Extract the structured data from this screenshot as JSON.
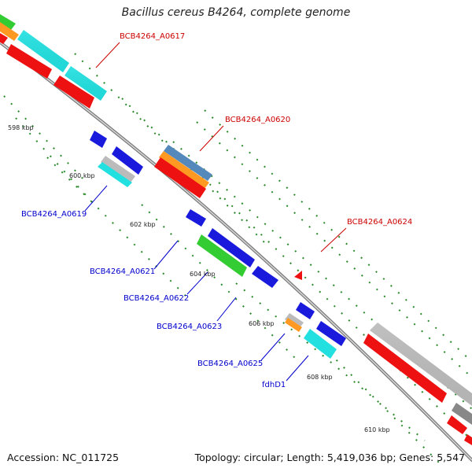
{
  "title": "Bacillus cereus B4264, complete genome",
  "footer": {
    "accession_label": "Accession:",
    "accession": "NC_011725",
    "topology_label": "Topology:",
    "topology": "circular",
    "length_label": "Length:",
    "length": "5,419,036 bp",
    "genes_label": "Genes:",
    "genes": "5,547"
  },
  "colors": {
    "backbone": "#8c8c8c",
    "tick": "#2a8a2a",
    "red_label": "#cc0000",
    "blue_label": "#0000cc",
    "red": "#ee1111",
    "cyan": "#22e0e0",
    "blue": "#1a1add",
    "green": "#33cc33",
    "orange": "#ff9922",
    "steelblue": "#5588bb",
    "gray": "#bbbbbb"
  },
  "ticks": [
    "598 kbp",
    "600 kbp",
    "602 kbp",
    "604 kbp",
    "606 kbp",
    "608 kbp",
    "610 kbp"
  ],
  "gene_labels": {
    "a0617": "BCB4264_A0617",
    "a0620": "BCB4264_A0620",
    "a0624": "BCB4264_A0624",
    "a0619": "BCB4264_A0619",
    "a0621": "BCB4264_A0621",
    "a0622": "BCB4264_A0622",
    "a0623": "BCB4264_A0623",
    "a0625": "BCB4264_A0625",
    "fdhd1": "fdhD1"
  }
}
